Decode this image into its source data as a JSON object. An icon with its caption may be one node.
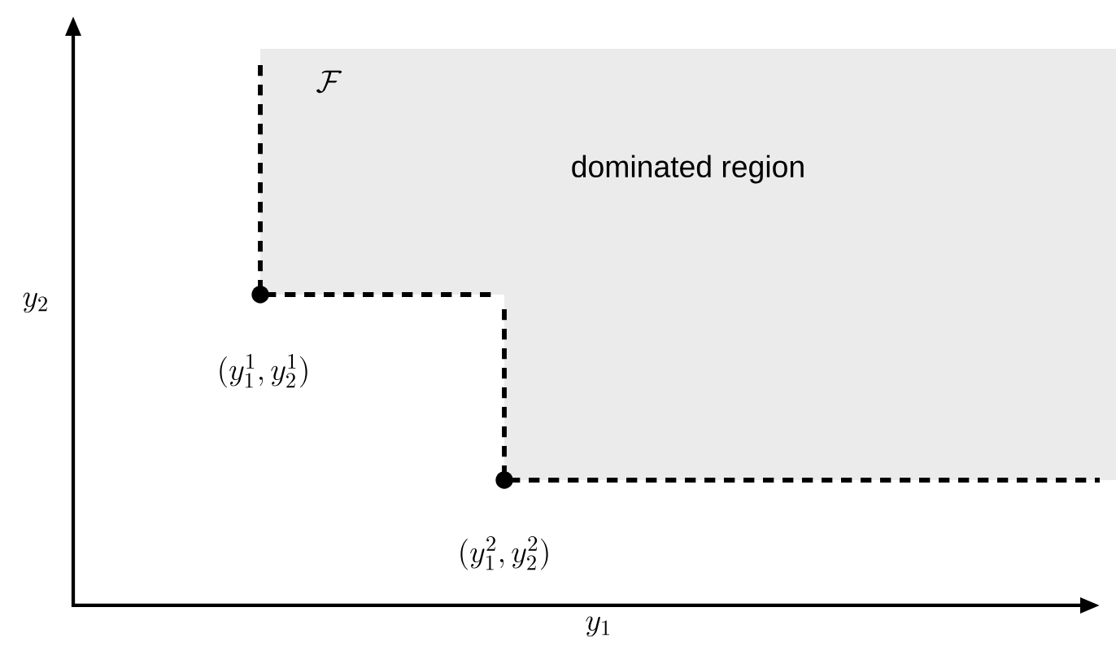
{
  "diagram": {
    "labels": [
      "\\mathcal{F}",
      "dominated region",
      "y_2",
      "(y_1^1, y_2^1)",
      "(y_1^2, y_2^2)",
      "y_1"
    ]
  }
}
